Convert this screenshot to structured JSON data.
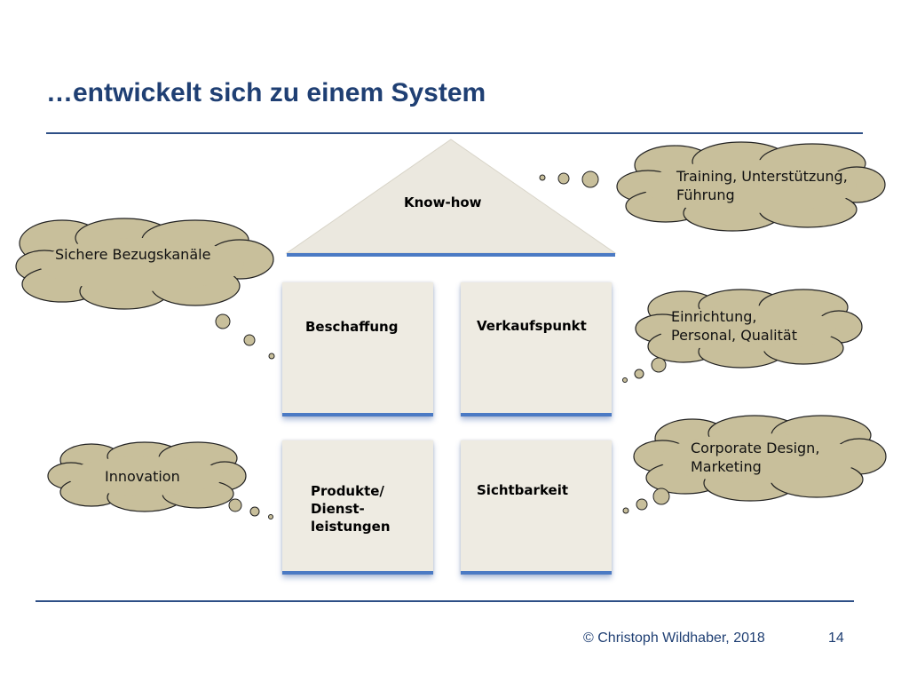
{
  "title": "…entwickelt sich zu einem System",
  "house": {
    "roof": "Know-how",
    "rooms": {
      "beschaffung": "Beschaffung",
      "verkaufspunkt": "Verkaufspunkt",
      "produkte": [
        "Produkte/",
        "Dienst-",
        "leistungen"
      ],
      "sichtbarkeit": "Sichtbarkeit"
    }
  },
  "clouds": {
    "bezugskanaele": [
      "Sichere Bezugskanäle"
    ],
    "training": [
      "Training, Unterstützung,",
      "Führung"
    ],
    "einrichtung": [
      "Einrichtung,",
      "Personal, Qualität"
    ],
    "innovation": [
      "Innovation"
    ],
    "corporate": [
      "Corporate Design,",
      "Marketing"
    ]
  },
  "colors": {
    "title": "#1f3f73",
    "cloud_fill": "#c8bf9b",
    "box_fill": "#eeebe2",
    "roof_fill": "#ebe8df",
    "box_shadow": "#4b7ac4"
  },
  "footer": {
    "copyright": "© Christoph Wildhaber, 2018",
    "page": "14"
  }
}
